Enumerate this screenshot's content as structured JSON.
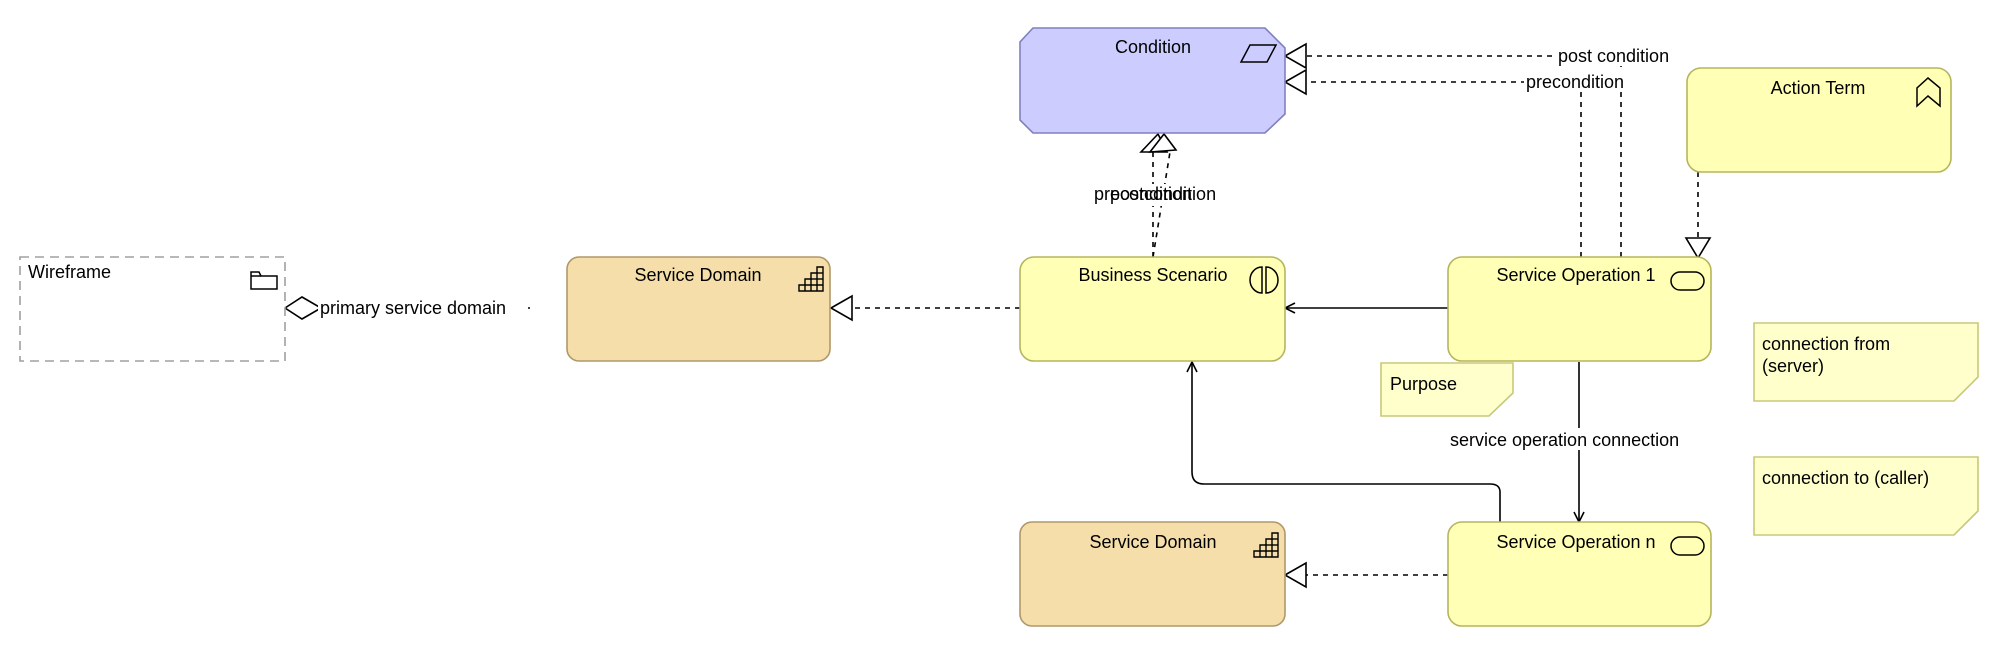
{
  "diagram": {
    "nodes": {
      "wireframe": {
        "label": "Wireframe",
        "icon": "folder-icon"
      },
      "service_domain_1": {
        "label": "Service Domain",
        "icon": "grid-staircase-icon"
      },
      "business_scenario": {
        "label": "Business Scenario",
        "icon": "interaction-icon"
      },
      "condition": {
        "label": "Condition",
        "icon": "parallelogram-icon"
      },
      "action_term": {
        "label": "Action Term",
        "icon": "chevron-up-icon"
      },
      "service_operation_1": {
        "label": "Service Operation 1",
        "icon": "service-pill-icon"
      },
      "service_operation_n": {
        "label": "Service Operation n",
        "icon": "service-pill-icon"
      },
      "service_domain_2": {
        "label": "Service Domain",
        "icon": "grid-staircase-icon"
      },
      "purpose_note": {
        "label": "Purpose"
      },
      "note_from": {
        "line1": "connection from",
        "line2": "(server)"
      },
      "note_to": {
        "line1": "connection to (caller)"
      }
    },
    "edge_labels": {
      "primary_service_domain": "primary service domain",
      "post_condition_top": "post condition",
      "precondition_top": "precondition",
      "precondition_mid": "precondition",
      "postcondition_mid": "postcondition",
      "service_operation_connection": "service operation connection"
    },
    "colors": {
      "business_yellow": "#ffffb5",
      "business_yellow_border": "#b5b55c",
      "strategy_tan": "#f5deaa",
      "strategy_tan_border": "#b0986a",
      "motivation_purple": "#ccccff",
      "motivation_purple_border": "#8080c0",
      "note_fill": "#ffffcc",
      "note_border": "#c8c87a",
      "wireframe_border": "#a0a0a0"
    }
  }
}
